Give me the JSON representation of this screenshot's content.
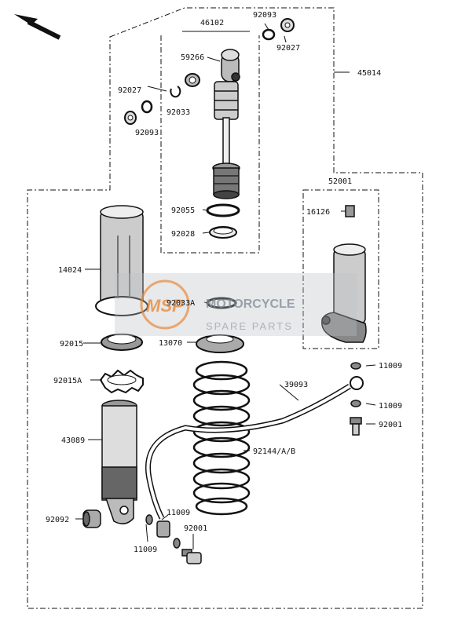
{
  "diagram": {
    "part_labels": {
      "p46102": "46102",
      "p92093_top": "92093",
      "p92027_top": "92027",
      "p59266": "59266",
      "p45014": "45014",
      "p92027_left": "92027",
      "p92033": "92033",
      "p92093_left": "92093",
      "p52001": "52001",
      "p16126": "16126",
      "p92055": "92055",
      "p92028": "92028",
      "p14024": "14024",
      "p92033A": "92033A",
      "p92015": "92015",
      "p13070": "13070",
      "p11009_r1": "11009",
      "p92015A": "92015A",
      "p39093": "39093",
      "p11009_r2": "11009",
      "p92001_r": "92001",
      "p43089": "43089",
      "p92144": "92144/A/B",
      "p11009_b1": "11009",
      "p92092": "92092",
      "p92001_b": "92001",
      "p11009_b2": "11009"
    },
    "watermark": {
      "logo_text": "MSP",
      "line1": "MOTORCYCLE",
      "line2": "SPARE PARTS"
    }
  }
}
